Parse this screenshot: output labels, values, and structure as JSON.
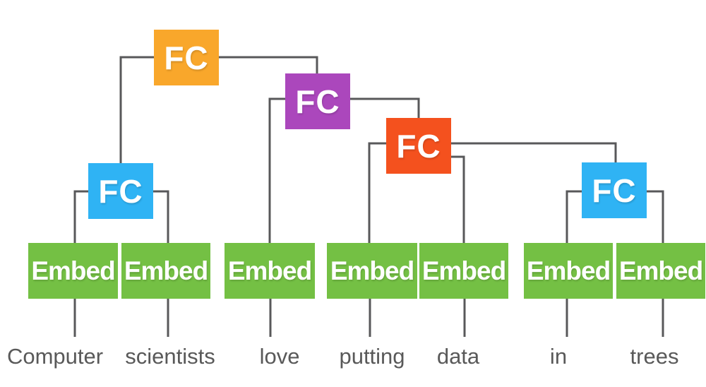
{
  "labels": {
    "fc": "FC",
    "embed": "Embed"
  },
  "words": [
    "Computer",
    "scientists",
    "love",
    "putting",
    "data",
    "in",
    "trees"
  ],
  "sentence": "Computer scientists love putting data in trees",
  "colors": {
    "fc_root": "#F9A72B",
    "fc_mid": "#AB47BC",
    "fc_lower": "#F4511E",
    "fc_pair": "#2FB3F4",
    "embed": "#74C044",
    "connector": "#58585A",
    "word_text": "#595959",
    "background": "#FFFFFF"
  },
  "tree": {
    "type": "recursive-composition-tree",
    "node_kinds": [
      "FC",
      "Embed"
    ],
    "root": {
      "label": "FC",
      "color_role": "fc_root",
      "children": [
        {
          "label": "FC",
          "color_role": "fc_pair",
          "children": [
            {
              "label": "Embed",
              "word": "Computer"
            },
            {
              "label": "Embed",
              "word": "scientists"
            }
          ]
        },
        {
          "label": "FC",
          "color_role": "fc_mid",
          "children": [
            {
              "label": "Embed",
              "word": "love"
            },
            {
              "label": "FC",
              "color_role": "fc_lower",
              "children": [
                {
                  "label": "Embed",
                  "word": "putting"
                },
                {
                  "label": "Embed",
                  "word": "data"
                },
                {
                  "label": "FC",
                  "color_role": "fc_pair",
                  "children": [
                    {
                      "label": "Embed",
                      "word": "in"
                    },
                    {
                      "label": "Embed",
                      "word": "trees"
                    }
                  ]
                }
              ]
            }
          ]
        }
      ]
    }
  }
}
